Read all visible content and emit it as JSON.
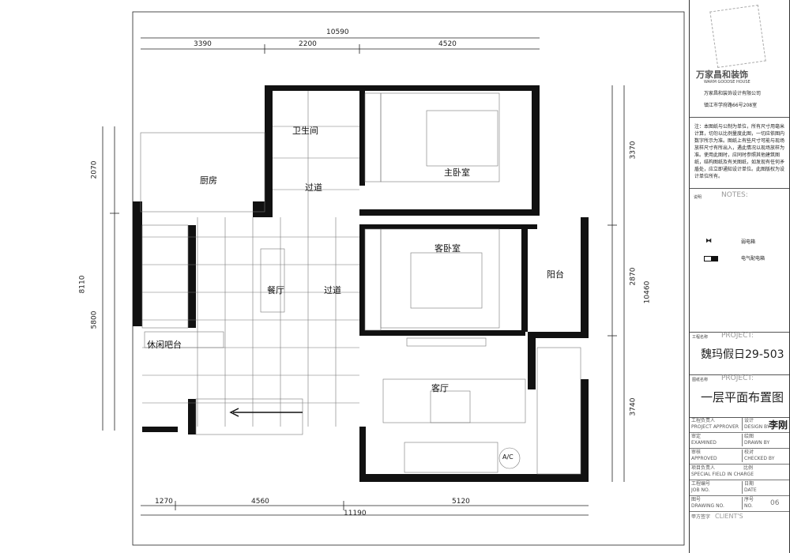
{
  "dimensions": {
    "top_total": "10590",
    "top": [
      "3390",
      "2200",
      "4520"
    ],
    "left": [
      "2070",
      "8110",
      "5800"
    ],
    "right": [
      "3370",
      "2870",
      "10460",
      "3740"
    ],
    "bottom": [
      "1270",
      "4560",
      "5120"
    ],
    "bottom_total": "11190"
  },
  "rooms": {
    "bathroom": "卫生间",
    "kitchen": "厨房",
    "corridor1": "过道",
    "master": "主卧室",
    "guest": "客卧室",
    "dining": "餐厅",
    "corridor2": "过道",
    "balcony": "阳台",
    "bar": "休闲吧台",
    "living": "客厅",
    "ac": "A/C"
  },
  "title_block": {
    "logo_text": "万家昌和装饰",
    "logo_sub": "WARM GOODSE HOUSE",
    "company": "万家昌和装饰设计有限公司",
    "address": "镇江市学府路66号208室",
    "notes": "注：本图纸与公制为单位，所有尺寸用毫米计算，切勿以比例量度此图，一切应依图内数字所示为准。图纸上有些尺寸可能与现场放样尺寸有所出入，遇此情况以现场放样为准。使用此图时，应同时参照其他建筑图纸，结构图纸及有关图纸，如发现有任何矛盾处，应立即通知设计单位。此图版权为设计单位所有。",
    "notes_cn": "说明",
    "notes_label": "NOTES:",
    "legend": [
      {
        "label": "弱电箱"
      },
      {
        "label": "电气配电箱"
      }
    ],
    "project_cn": "工程名称",
    "project_label": "PROJECT:",
    "project_name": "魏玛假日29-503",
    "drawing_cn": "图纸名称",
    "drawing_label": "PROJECT:",
    "drawing_name": "一层平面布置图",
    "rows": [
      [
        "工程负责人",
        "PROJECT APPROVER",
        "设计",
        "DESIGN BY"
      ],
      [
        "审定",
        "EXAMINED",
        "绘图",
        "DRAWN BY"
      ],
      [
        "审核",
        "APPROVED",
        "校对",
        "CHECKED BY"
      ],
      [
        "项目负责人",
        "SPECIAL FIELD IN CHARGE",
        "比例",
        ""
      ],
      [
        "工程编号",
        "JOB NO.",
        "日期",
        "DATE"
      ],
      [
        "图号",
        "DRAWING NO.",
        "序号",
        "NO."
      ]
    ],
    "designer_signature": "李刚",
    "sheet_no": "06",
    "client_cn": "甲方签字",
    "client_label": "CLIENT'S"
  }
}
